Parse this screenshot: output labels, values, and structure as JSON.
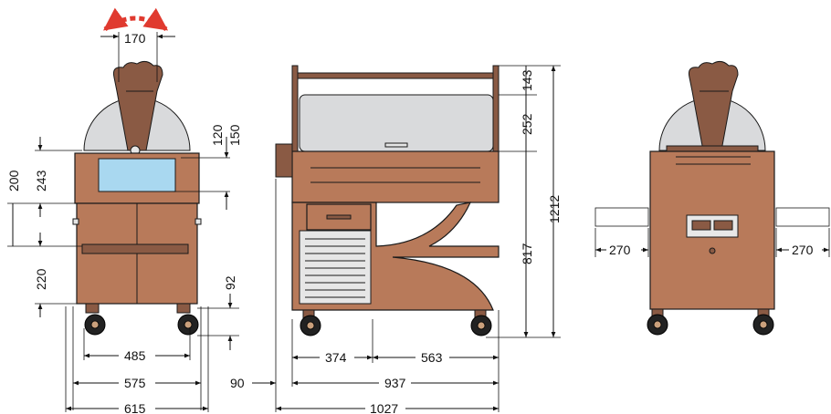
{
  "dimensions": {
    "left_view": {
      "top_width": "170",
      "height_120": "120",
      "height_150": "150",
      "height_200": "200",
      "height_243": "243",
      "height_220": "220",
      "height_92": "92",
      "width_485": "485",
      "width_575": "575",
      "width_615": "615"
    },
    "middle_view": {
      "height_143": "143",
      "height_252": "252",
      "height_817": "817",
      "height_1212": "1212",
      "width_374": "374",
      "width_563": "563",
      "width_90": "90",
      "width_937": "937",
      "width_1027": "1027"
    },
    "right_view": {
      "side_left": "270",
      "side_right": "270"
    }
  },
  "colors": {
    "cabinet": "#b87a5a",
    "rotation_arrow": "#e03a2f",
    "well": "#a9d8f0"
  }
}
